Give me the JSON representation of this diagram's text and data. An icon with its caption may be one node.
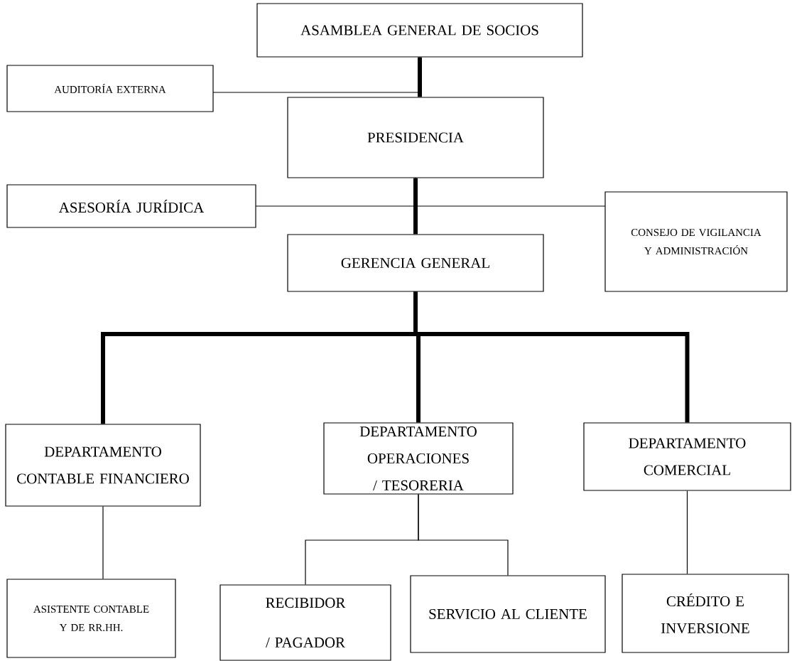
{
  "diagram": {
    "nodes": [
      {
        "text": [
          "ASAMBLEA GENERAL DE SOCIOS"
        ]
      },
      {
        "text": [
          "AUDITORÍA EXTERNA"
        ]
      },
      {
        "text": [
          "PRESIDENCIA"
        ]
      },
      {
        "text": [
          "ASESORÍA JURÍDICA"
        ]
      },
      {
        "text": [
          "CONSEJO DE VIGILANCIA Y ADMINISTRACIÓN"
        ]
      },
      {
        "text": [
          "GERENCIA GENERAL"
        ]
      },
      {
        "text": [
          "DEPARTAMENTO CONTABLE FINANCIERO"
        ]
      },
      {
        "text": [
          "DEPARTAMENTO OPERACIONES / TESORERIA"
        ]
      },
      {
        "text": [
          "DEPARTAMENTO COMERCIAL"
        ]
      },
      {
        "text": [
          "ASISTENTE CONTABLE Y DE RR.HH."
        ]
      },
      {
        "text": [
          "RECIBIDOR / PAGADOR"
        ]
      },
      {
        "text": [
          "SERVICIO AL CLIENTE"
        ]
      },
      {
        "text": [
          "CRÉDITO E INVERSIONE"
        ]
      }
    ],
    "edges": [
      {
        "from": 0,
        "to": 2,
        "arrow": "none",
        "style": "thick"
      },
      {
        "from": 0,
        "to": 1,
        "arrow": "none"
      },
      {
        "from": 2,
        "to": 5,
        "arrow": "none",
        "style": "thick"
      },
      {
        "from": 2,
        "to": 3,
        "arrow": "none"
      },
      {
        "from": 2,
        "to": 4,
        "arrow": "none"
      },
      {
        "from": 5,
        "to": 6,
        "arrow": "none",
        "style": "thick"
      },
      {
        "from": 5,
        "to": 7,
        "arrow": "none",
        "style": "thick"
      },
      {
        "from": 5,
        "to": 8,
        "arrow": "none",
        "style": "thick"
      },
      {
        "from": 6,
        "to": 9,
        "arrow": "none"
      },
      {
        "from": 7,
        "to": 10,
        "arrow": "none"
      },
      {
        "from": 7,
        "to": 11,
        "arrow": "none"
      },
      {
        "from": 8,
        "to": 12,
        "arrow": "none"
      }
    ]
  }
}
